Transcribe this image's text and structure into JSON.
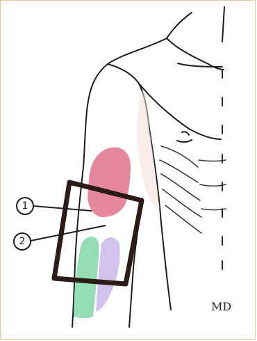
{
  "figure": {
    "callouts": [
      {
        "label": "1"
      },
      {
        "label": "2"
      }
    ],
    "signature": "MD",
    "colors": {
      "outline": "#1d1d1d",
      "skin_shadow": "#d9b3a6",
      "muscle_top": "#e06a84",
      "muscle_green": "#7bd6a3",
      "muscle_purple": "#c7b4e8",
      "box": "#2b1c17",
      "frame": "#e9c79a"
    }
  }
}
